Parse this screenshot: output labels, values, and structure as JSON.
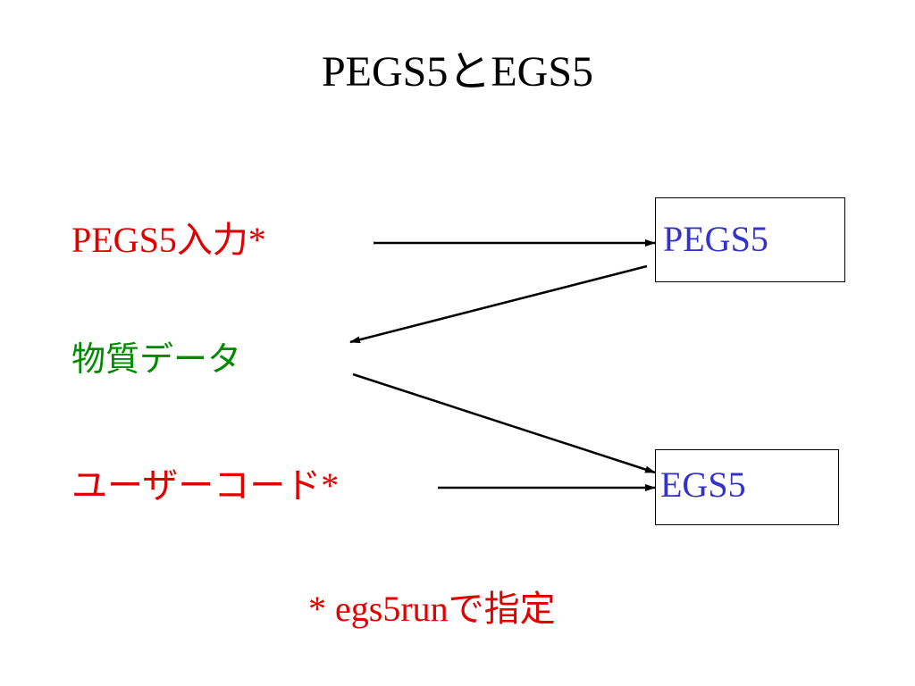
{
  "colors": {
    "input": "#e00000",
    "material": "#008a00",
    "program": "#3333cc",
    "title": "#000000"
  },
  "title": "PEGS5とEGS5",
  "inputs": {
    "pegs_input": "PEGS5入力*",
    "material_data": "物質データ",
    "user_code": "ユーザーコード*"
  },
  "programs": {
    "pegs5": "PEGS5",
    "egs5": "EGS5"
  },
  "footnote": "* egs5runで指定"
}
